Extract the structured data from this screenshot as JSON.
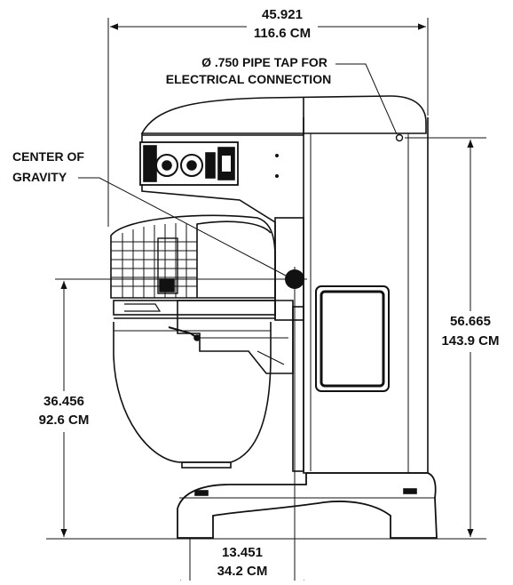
{
  "dimensions": {
    "overall_width": {
      "in": "45.921",
      "cm": "116.6 CM"
    },
    "height_to_tap": {
      "in": "56.665",
      "cm": "143.9 CM"
    },
    "cg_height": {
      "in": "36.456",
      "cm": "92.6 CM"
    },
    "cg_offset": {
      "in": "13.451",
      "cm": "34.2 CM"
    }
  },
  "notes": {
    "pipe_tap_line1": "Ø .750 PIPE TAP FOR",
    "pipe_tap_line2": "ELECTRICAL CONNECTION",
    "cg_line1": "CENTER OF",
    "cg_line2": "GRAVITY"
  }
}
